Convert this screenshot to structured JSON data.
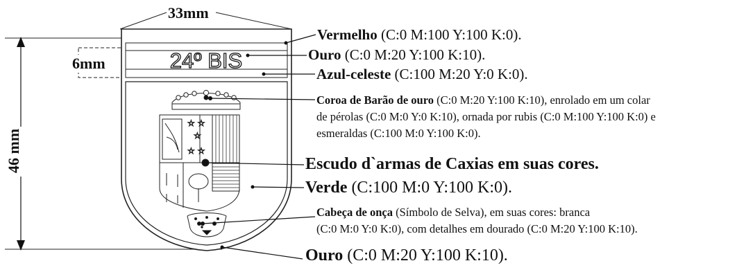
{
  "dimensions": {
    "width": "33mm",
    "height": "46 mm",
    "band": "6mm"
  },
  "badge_text": "24º BIS",
  "callouts": {
    "vermelho": {
      "name": "Vermelho",
      "spec": " (C:0 M:100 Y:100 K:0)."
    },
    "ouro_band": {
      "name": "Ouro",
      "spec": " (C:0 M:20 Y:100 K:10)."
    },
    "azul": {
      "name": "Azul-celeste",
      "spec": " (C:100 M:20 Y:0 K:0)."
    },
    "coroa": {
      "name": "Coroa de Barão de ouro",
      "line1": " (C:0 M:20 Y:100 K:10), enrolado em um colar",
      "line2": "de pérolas (C:0 M:0 Y:0 K:10), ornada por rubis (C:0 M:100 Y:100 K:0) e",
      "line3": "esmeraldas (C:100 M:0 Y:100 K:0)."
    },
    "escudo": "Escudo d`armas de Caxias em suas cores.",
    "verde": {
      "name": "Verde",
      "spec": " (C:100 M:0 Y:100 K:0)."
    },
    "onca": {
      "name": "Cabeça de onça",
      "line1": " (Símbolo de Selva), em suas cores: branca",
      "line2": "(C:0 M:0 Y:0 K:0), com detalhes em dourado (C:0 M:20 Y:100 K:10)."
    },
    "ouro_border": {
      "name": "Ouro",
      "spec": " (C:0 M:20 Y:100 K:10)."
    }
  }
}
